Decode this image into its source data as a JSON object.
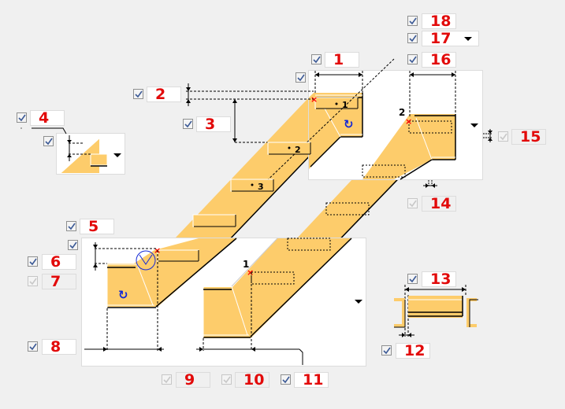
{
  "colors": {
    "background": "#f0f0f0",
    "stair_fill": "#fdcc6b",
    "label_red": "#e20a0a",
    "marker_red": "#ff0000",
    "icon_blue": "#1428d6",
    "panel_bg": "#ffffff"
  },
  "fields": [
    {
      "id": 1,
      "label": "1",
      "checked": true,
      "enabled": true
    },
    {
      "id": 2,
      "label": "2",
      "checked": true,
      "enabled": true
    },
    {
      "id": 3,
      "label": "3",
      "checked": true,
      "enabled": true
    },
    {
      "id": 4,
      "label": "4",
      "checked": true,
      "enabled": true
    },
    {
      "id": 5,
      "label": "5",
      "checked": true,
      "enabled": true
    },
    {
      "id": 6,
      "label": "6",
      "checked": true,
      "enabled": true
    },
    {
      "id": 7,
      "label": "7",
      "checked": true,
      "enabled": false
    },
    {
      "id": 8,
      "label": "8",
      "checked": true,
      "enabled": true
    },
    {
      "id": 9,
      "label": "9",
      "checked": true,
      "enabled": false
    },
    {
      "id": 10,
      "label": "10",
      "checked": true,
      "enabled": false
    },
    {
      "id": 11,
      "label": "11",
      "checked": true,
      "enabled": true
    },
    {
      "id": 12,
      "label": "12",
      "checked": true,
      "enabled": true
    },
    {
      "id": 13,
      "label": "13",
      "checked": true,
      "enabled": true
    },
    {
      "id": 14,
      "label": "14",
      "checked": true,
      "enabled": false
    },
    {
      "id": 15,
      "label": "15",
      "checked": true,
      "enabled": false
    },
    {
      "id": 16,
      "label": "16",
      "checked": true,
      "enabled": true
    },
    {
      "id": 17,
      "label": "17",
      "checked": true,
      "enabled": true,
      "dropdown": true
    },
    {
      "id": 18,
      "label": "18",
      "checked": true,
      "enabled": true
    }
  ],
  "diagram": {
    "step_numbers": [
      "1",
      "2",
      "3"
    ],
    "start_point_labels": [
      "1",
      "2"
    ],
    "panels": {
      "top_panel_checkbox": true,
      "bottom_panel_checkbox": true,
      "small_panel_checkbox": true
    }
  }
}
